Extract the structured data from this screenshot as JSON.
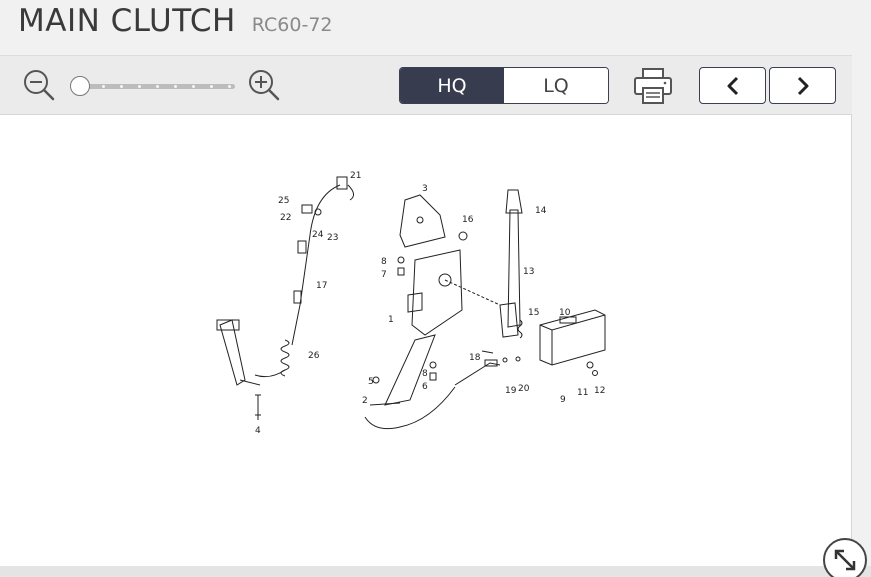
{
  "header": {
    "title": "MAIN CLUTCH",
    "model_code": "RC60-72"
  },
  "toolbar": {
    "zoom_level": 0,
    "quality_options": [
      {
        "label": "HQ",
        "active": true
      },
      {
        "label": "LQ",
        "active": false
      }
    ]
  },
  "diagram": {
    "callouts": [
      "21",
      "25",
      "22",
      "24",
      "23",
      "3",
      "16",
      "14",
      "8",
      "7",
      "13",
      "17",
      "1",
      "15",
      "10",
      "26",
      "18",
      "5",
      "8",
      "6",
      "19",
      "20",
      "11",
      "12",
      "9",
      "2",
      "4"
    ]
  },
  "icons": {
    "zoom_out": "zoom-out-icon",
    "zoom_in": "zoom-in-icon",
    "print": "printer-icon",
    "prev": "chevron-left-icon",
    "next": "chevron-right-icon",
    "expand": "expand-arrows-icon"
  },
  "colors": {
    "accent": "#373d4e",
    "toolbar_bg": "#ebebec",
    "page_bg": "#f1f1f2"
  }
}
